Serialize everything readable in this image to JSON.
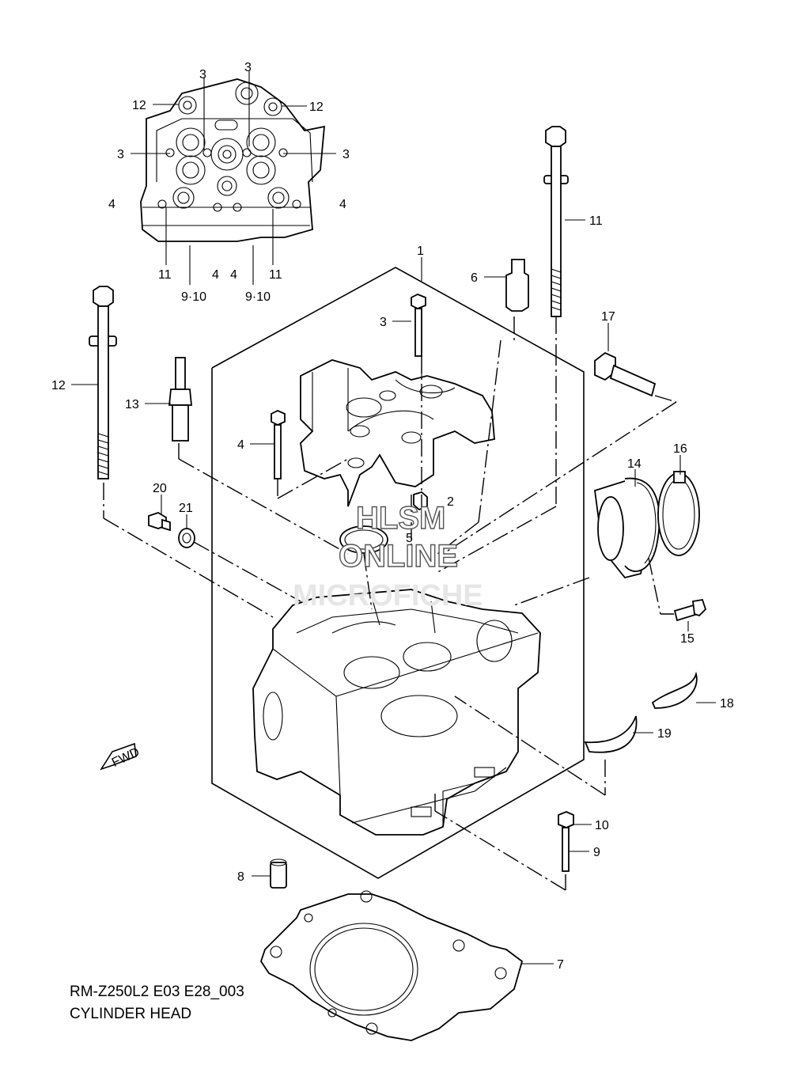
{
  "caption": {
    "model": "RM-Z250L2 E03 E28_003",
    "title": "CYLINDER HEAD"
  },
  "watermark": {
    "line1": "HLSM",
    "line2": "ONLINE",
    "line3": "MICROFICHE"
  },
  "fwd_badge": "FWD",
  "callouts": {
    "c1": "1",
    "c2": "2",
    "c3a": "3",
    "c3b": "3",
    "c3c": "3",
    "c3d": "3",
    "c3e": "3",
    "c4a": "4",
    "c4b": "4",
    "c4c": "4",
    "c4d": "4",
    "c4e": "4",
    "c5": "5",
    "c6": "6",
    "c7": "7",
    "c8": "8",
    "c9": "9",
    "c910a": "9·10",
    "c910b": "9·10",
    "c10": "10",
    "c11a": "11",
    "c11b": "11",
    "c11c": "11",
    "c12a": "12",
    "c12b": "12",
    "c12c": "12",
    "c13": "13",
    "c14": "14",
    "c15": "15",
    "c16": "16",
    "c17": "17",
    "c18": "18",
    "c19": "19",
    "c20": "20",
    "c21": "21"
  }
}
